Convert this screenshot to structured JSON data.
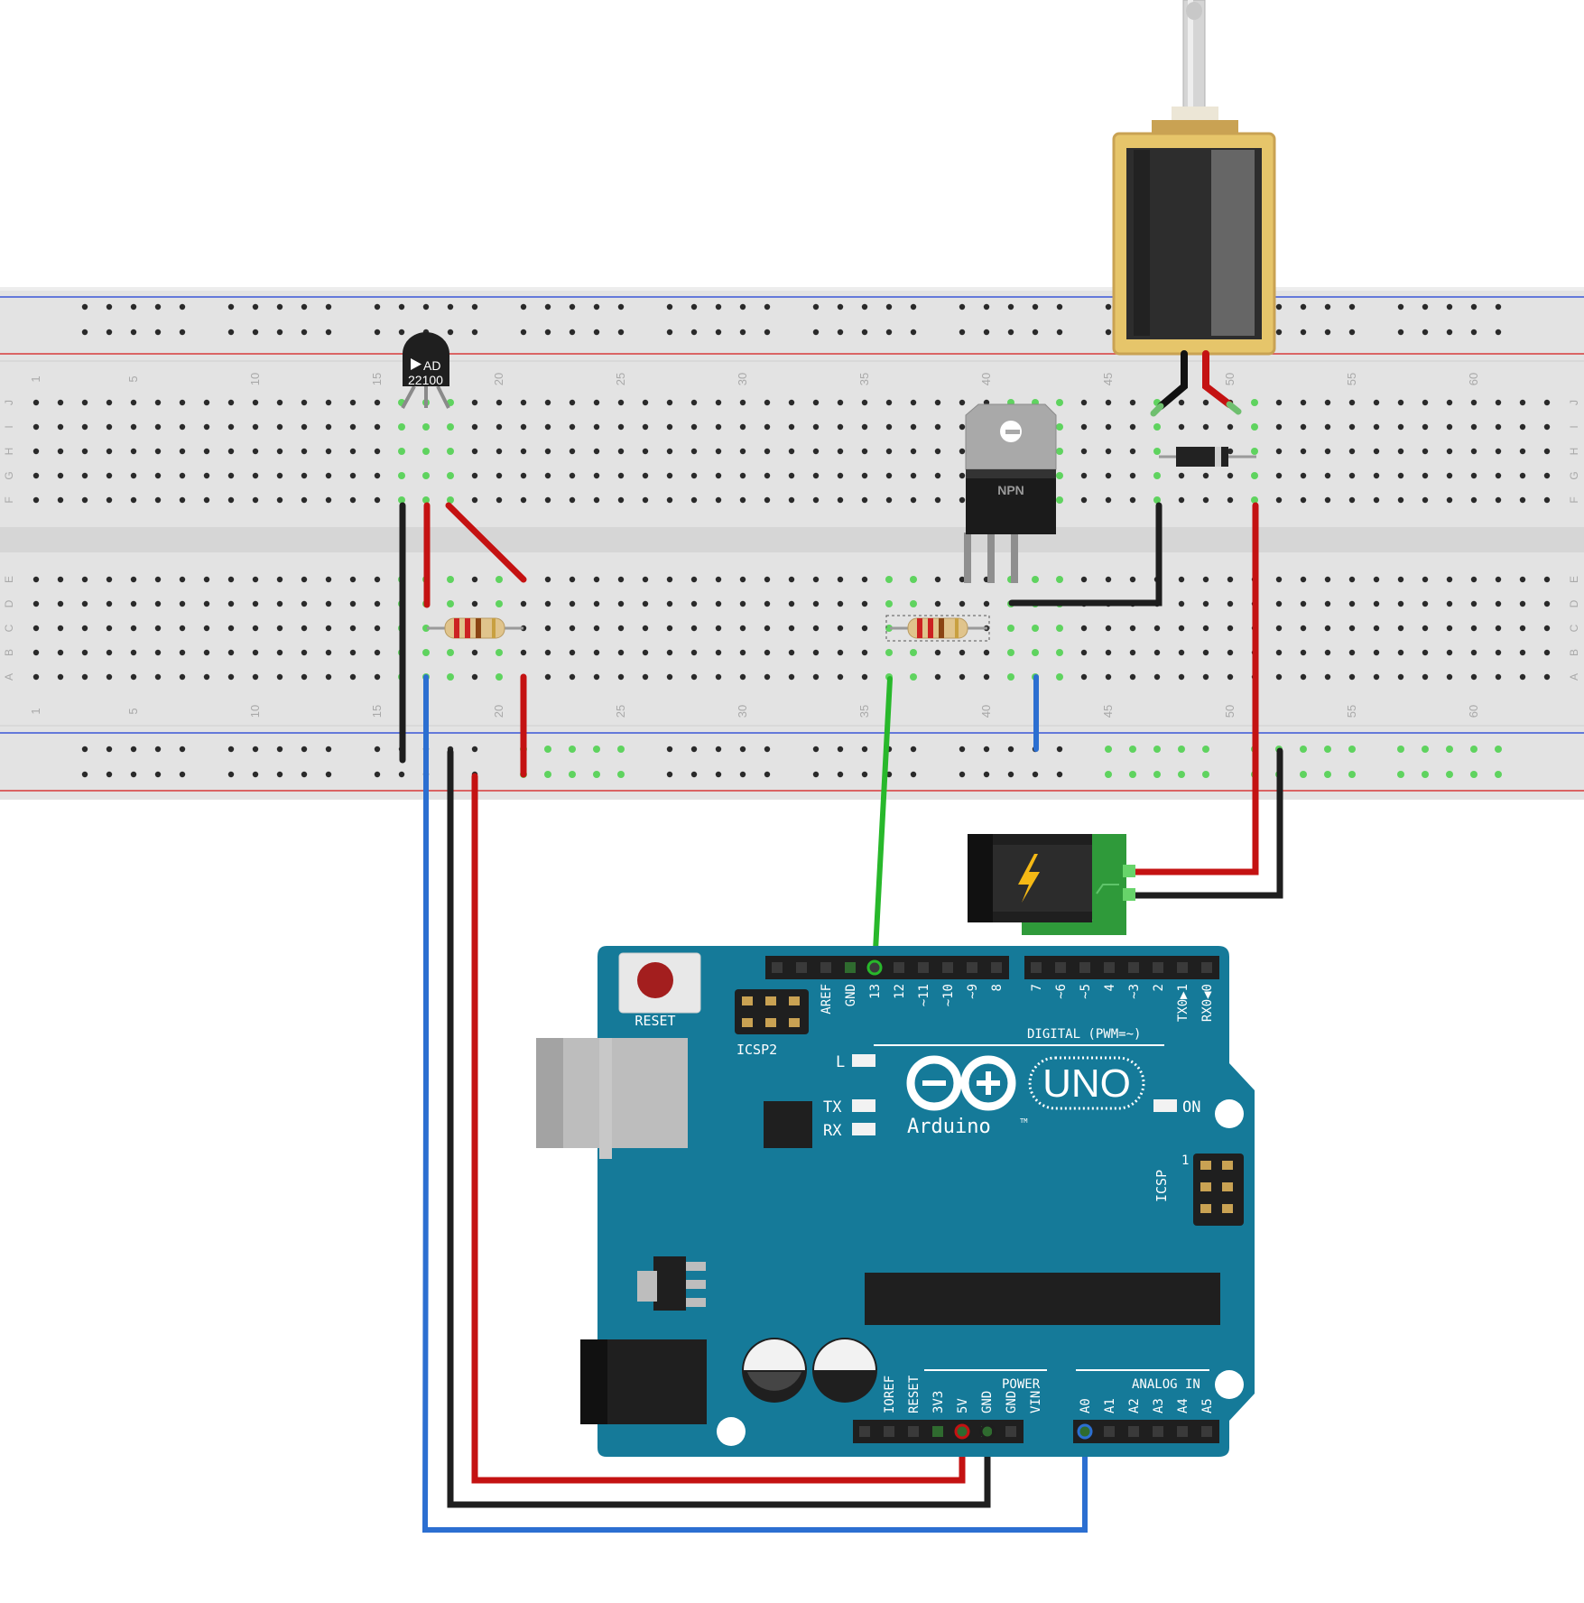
{
  "breadboard": {
    "column_numbers": [
      "1",
      "5",
      "10",
      "15",
      "20",
      "25",
      "30",
      "35",
      "40",
      "45",
      "50",
      "55",
      "60"
    ],
    "row_letters_top": [
      "J",
      "I",
      "H",
      "G",
      "F"
    ],
    "row_letters_bottom": [
      "E",
      "D",
      "C",
      "B",
      "A"
    ]
  },
  "sensor": {
    "line1": "AD",
    "line2": "22100"
  },
  "transistor": {
    "label": "NPN"
  },
  "arduino": {
    "reset_label": "RESET",
    "icsp2_label": "ICSP2",
    "icsp_label": "ICSP",
    "icsp_pin1": "1",
    "led_l": "L",
    "led_tx": "TX",
    "led_rx": "RX",
    "led_on": "ON",
    "logo_uno": "UNO",
    "logo_arduino": "Arduino",
    "logo_tm": "TM",
    "digital_label": "DIGITAL (PWM=~)",
    "power_label": "POWER",
    "analog_label": "ANALOG IN",
    "digital_pins_a": [
      "AREF",
      "GND",
      "13",
      "12",
      "~11",
      "~10",
      "~9",
      "8"
    ],
    "digital_pins_b": [
      "7",
      "~6",
      "~5",
      "4",
      "~3",
      "2",
      "TX0▶1",
      "RX0◀0"
    ],
    "power_pins": [
      "IOREF",
      "RESET",
      "3V3",
      "5V",
      "GND",
      "GND",
      "VIN"
    ],
    "analog_pins": [
      "A0",
      "A1",
      "A2",
      "A3",
      "A4",
      "A5"
    ]
  },
  "colors": {
    "board": "#157a99",
    "breadboard": "#e3e3e3",
    "wire_red": "#c41212",
    "wire_black": "#1e1e1e",
    "wire_blue": "#2c6fd1",
    "wire_green": "#28b82b",
    "connected_hole": "#5fd35f",
    "solenoid_frame": "#e6c56a"
  },
  "icons": {
    "power_jack": "lightning-icon",
    "sensor": "analog-devices-logo-icon"
  }
}
